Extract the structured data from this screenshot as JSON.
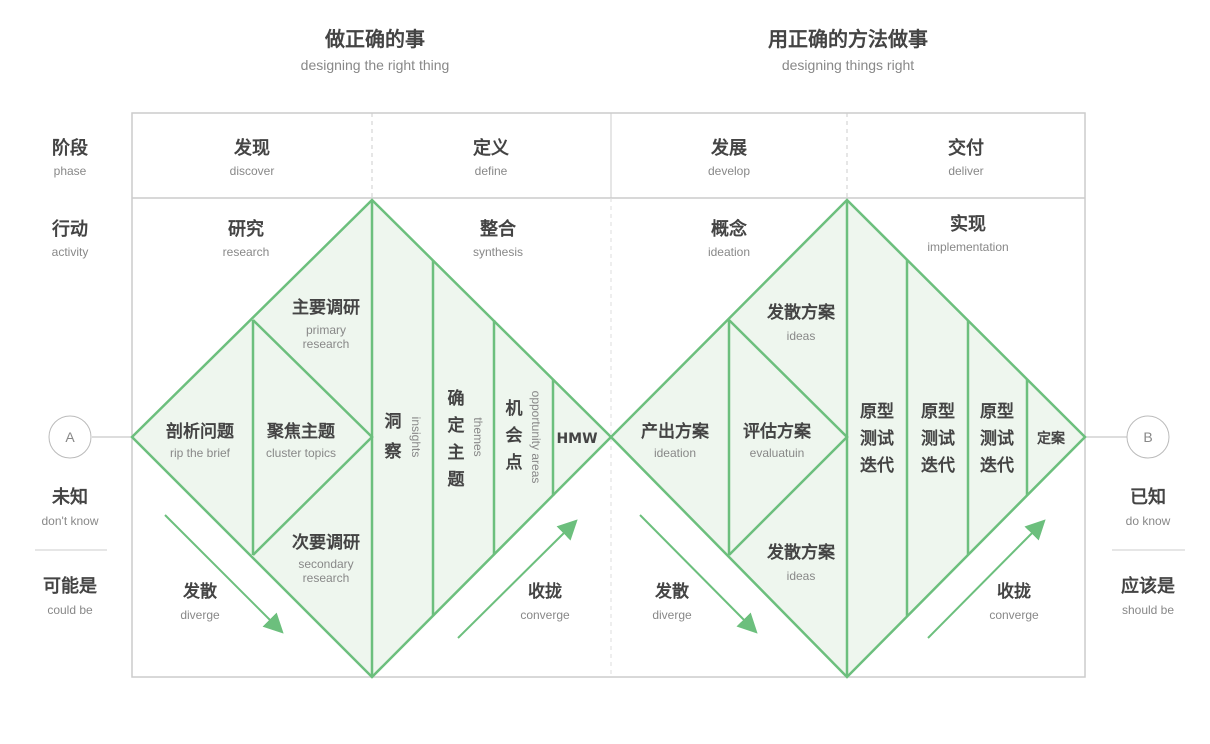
{
  "headings": {
    "left": {
      "zh": "做正确的事",
      "en": "designing the right thing"
    },
    "right": {
      "zh": "用正确的方法做事",
      "en": "designing things right"
    }
  },
  "row_labels": {
    "phase": {
      "zh": "阶段",
      "en": "phase"
    },
    "activity": {
      "zh": "行动",
      "en": "activity"
    },
    "dont_know": {
      "zh": "未知",
      "en": "don't know"
    },
    "could_be": {
      "zh": "可能是",
      "en": "could be"
    },
    "know": {
      "zh": "已知",
      "en": "do know"
    },
    "should_be": {
      "zh": "应该是",
      "en": "should be"
    }
  },
  "endpoints": {
    "start": "A",
    "end": "B"
  },
  "phases": [
    {
      "zh": "发现",
      "en": "discover"
    },
    {
      "zh": "定义",
      "en": "define"
    },
    {
      "zh": "发展",
      "en": "develop"
    },
    {
      "zh": "交付",
      "en": "deliver"
    }
  ],
  "activities": [
    {
      "zh": "研究",
      "en": "research"
    },
    {
      "zh": "整合",
      "en": "synthesis"
    },
    {
      "zh": "概念",
      "en": "ideation"
    },
    {
      "zh": "实现",
      "en": "implementation"
    }
  ],
  "diamond1": {
    "rip": {
      "zh": "剖析问题",
      "en": "rip the brief"
    },
    "cluster": {
      "zh": "聚焦主题",
      "en": "cluster topics"
    },
    "primary": {
      "zh": "主要调研",
      "en1": "primary",
      "en2": "research"
    },
    "secondary": {
      "zh": "次要调研",
      "en1": "secondary",
      "en2": "research"
    },
    "insights": {
      "zh": [
        "洞",
        "察"
      ],
      "en": "insights"
    },
    "themes": {
      "zh": [
        "确",
        "定",
        "主",
        "题"
      ],
      "en": "themes"
    },
    "opportunity": {
      "zh": [
        "机",
        "会",
        "点"
      ],
      "en": "opportunity areas"
    },
    "hmw": "HMW",
    "diverge": {
      "zh": "发散",
      "en": "diverge"
    },
    "converge": {
      "zh": "收拢",
      "en": "converge"
    }
  },
  "diamond2": {
    "produce": {
      "zh": "产出方案",
      "en": "ideation"
    },
    "evaluate": {
      "zh": "评估方案",
      "en": "evaluatuin"
    },
    "ideas_top": {
      "zh": "发散方案",
      "en": "ideas"
    },
    "ideas_bottom": {
      "zh": "发散方案",
      "en": "ideas"
    },
    "prototype": [
      "原型",
      "测试",
      "迭代"
    ],
    "final": "定案",
    "diverge": {
      "zh": "发散",
      "en": "diverge"
    },
    "converge": {
      "zh": "收拢",
      "en": "converge"
    }
  },
  "colors": {
    "line": "#6cbf7d",
    "fill": "#eef6ee",
    "text": "#444444"
  }
}
